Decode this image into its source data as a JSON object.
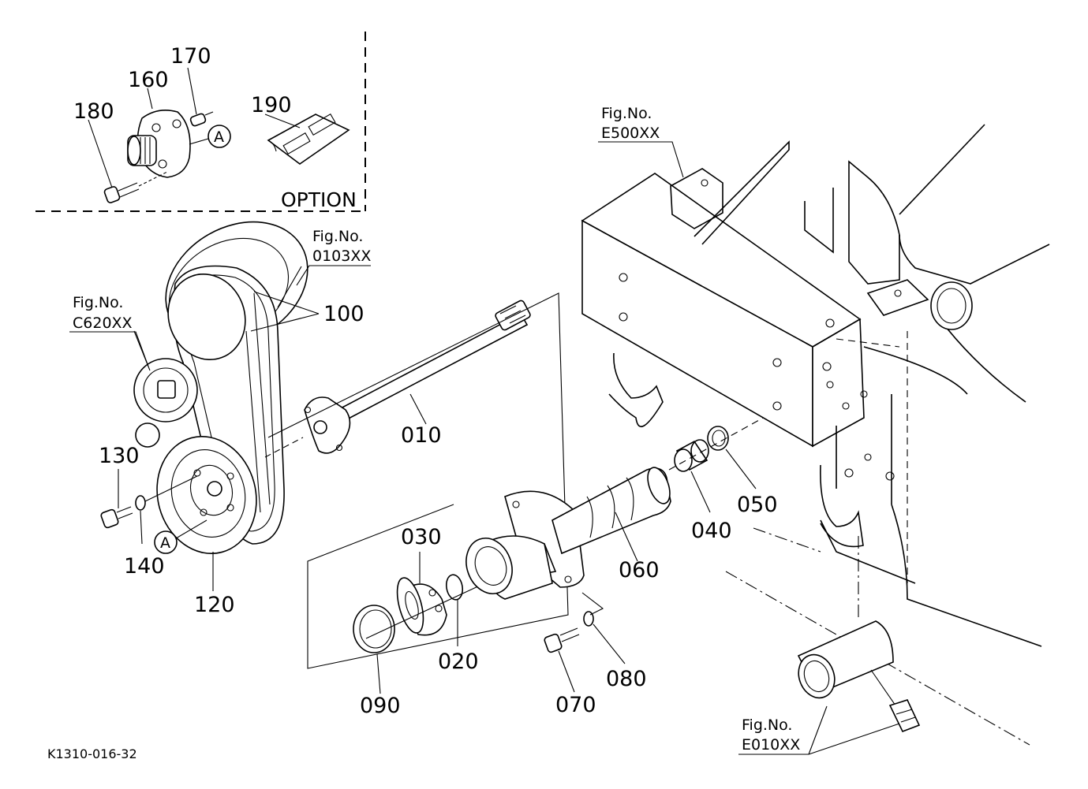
{
  "diagram_code": "K1310-016-32",
  "option_label": "OPTION",
  "figure_refs": [
    {
      "line1": "Fig.No.",
      "line2": "E500XX"
    },
    {
      "line1": "Fig.No.",
      "line2": "0103XX"
    },
    {
      "line1": "Fig.No.",
      "line2": "C620XX"
    },
    {
      "line1": "Fig.No.",
      "line2": "E010XX"
    }
  ],
  "part_numbers": [
    "170",
    "160",
    "180",
    "190",
    "100",
    "010",
    "130",
    "140",
    "120",
    "030",
    "020",
    "090",
    "060",
    "040",
    "050",
    "070",
    "080"
  ],
  "callout_markers": [
    "A",
    "A"
  ]
}
